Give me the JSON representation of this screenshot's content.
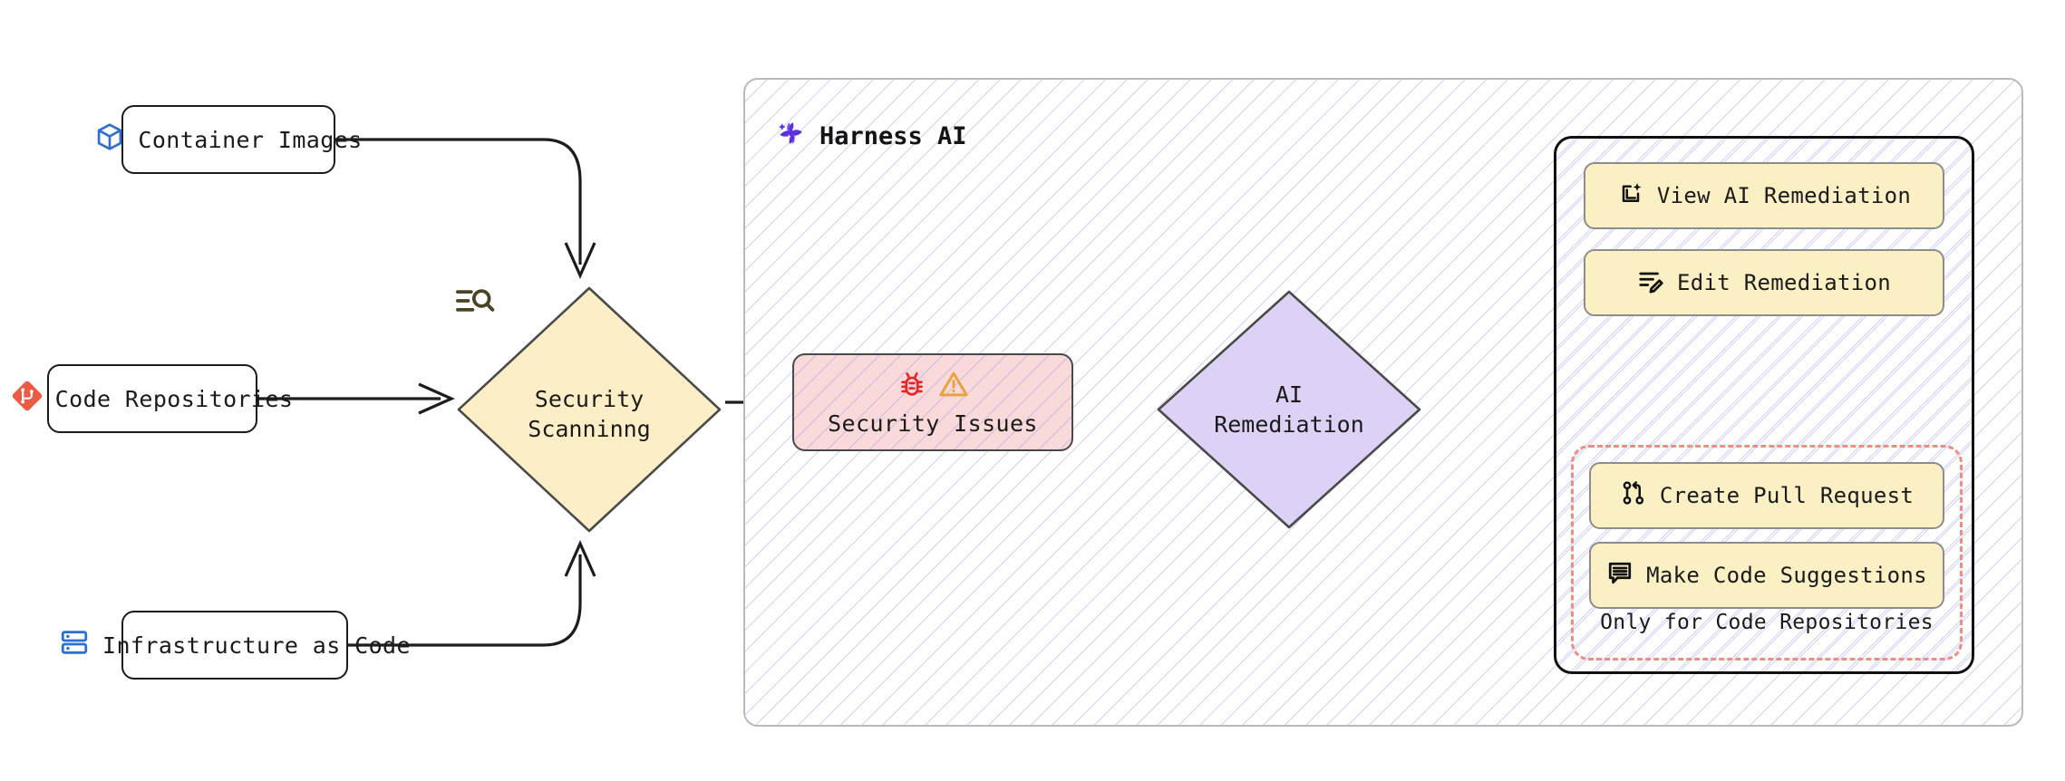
{
  "diagram": {
    "title": "Harness AI security scanning and remediation flow",
    "sources": [
      {
        "id": "container-images",
        "label": "Container Images",
        "icon": "cube-icon"
      },
      {
        "id": "code-repositories",
        "label": "Code Repositories",
        "icon": "git-diamond-icon"
      },
      {
        "id": "infrastructure-as-code",
        "label": "Infrastructure as Code",
        "icon": "server-stack-icon"
      }
    ],
    "scan": {
      "label_line1": "Security",
      "label_line2": "Scanninng",
      "icon": "scan-search-icon",
      "fill": "#fcefc7",
      "stroke": "#4a4a4a"
    },
    "issues": {
      "label": "Security Issues",
      "icons": [
        "bug-icon",
        "warning-triangle-icon"
      ],
      "fill": "#f9d9d9",
      "stroke": "#4a4a4a"
    },
    "remediation": {
      "label_line1": "AI",
      "label_line2": "Remediation",
      "fill": "#ddd2f5",
      "stroke": "#4a4a4a"
    },
    "harness": {
      "title": "Harness AI",
      "logo": "harness-pinwheel-logo",
      "brand": "#5b2fe0",
      "border": "#b9b9c2",
      "hatch": "#a0a0e6"
    },
    "actions": [
      {
        "id": "view-ai-remediation",
        "label": "View AI Remediation",
        "icon": "ai-sparkle-document-icon",
        "restricted": false
      },
      {
        "id": "edit-remediation",
        "label": "Edit Remediation",
        "icon": "edit-list-pencil-icon",
        "restricted": false
      },
      {
        "id": "create-pull-request",
        "label": "Create Pull Request",
        "icon": "git-pull-request-icon",
        "restricted": true
      },
      {
        "id": "make-code-suggestions",
        "label": "Make Code Suggestions",
        "icon": "comment-lines-icon",
        "restricted": true
      }
    ],
    "restriction_note": "Only for Code Repositories",
    "action_fill": "#fbf0c4",
    "dashed_color": "#ef8d85"
  }
}
